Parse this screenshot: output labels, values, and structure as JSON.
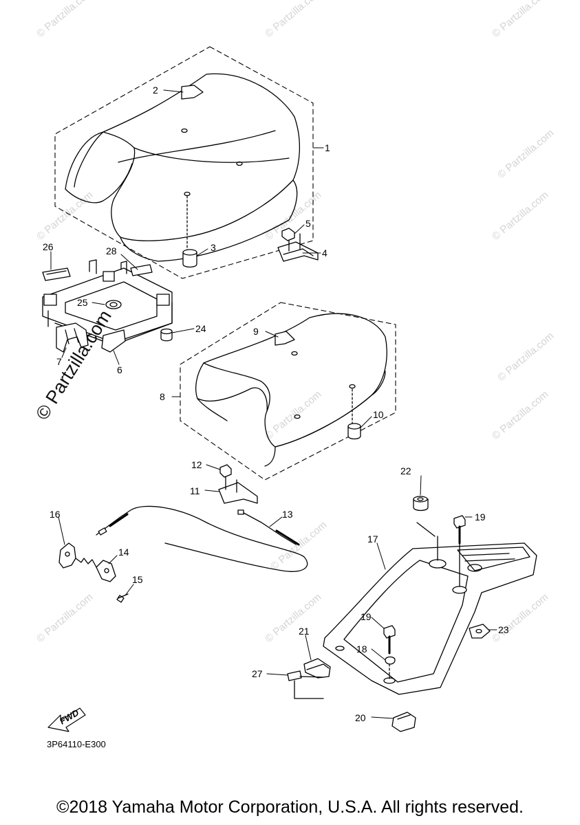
{
  "watermark_text": "© Partzilla.com",
  "callouts": {
    "c1": "1",
    "c2": "2",
    "c3": "3",
    "c4": "4",
    "c5": "5",
    "c6": "6",
    "c7": "7",
    "c8": "8",
    "c9": "9",
    "c10": "10",
    "c11": "11",
    "c12": "12",
    "c13": "13",
    "c14": "14",
    "c15": "15",
    "c16": "16",
    "c17": "17",
    "c18a": "18",
    "c19a": "19",
    "c19b": "19",
    "c20": "20",
    "c21": "21",
    "c22": "22",
    "c23": "23",
    "c24": "24",
    "c25": "25",
    "c26": "26",
    "c27": "27",
    "c28": "28"
  },
  "fwd_label": "FWD",
  "diagram_code": "3P64110-E300",
  "copyright": "©2018 Yamaha Motor Corporation, U.S.A. All rights reserved."
}
